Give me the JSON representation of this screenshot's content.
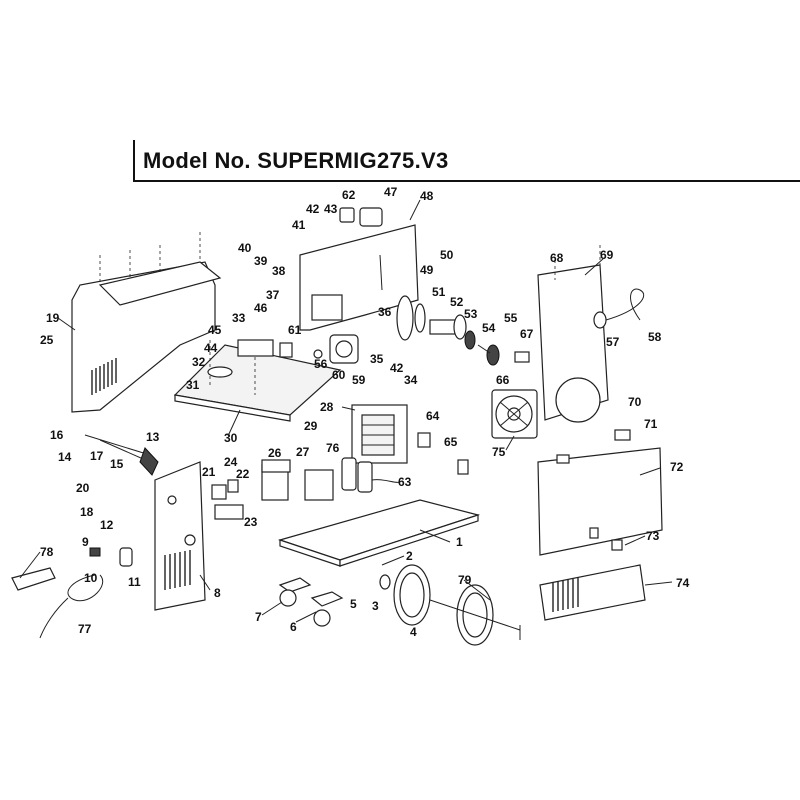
{
  "title": "Model No. SUPERMIG275.V3",
  "part_numbers": [
    "1",
    "2",
    "3",
    "4",
    "5",
    "6",
    "7",
    "8",
    "9",
    "10",
    "11",
    "12",
    "13",
    "14",
    "15",
    "16",
    "17",
    "18",
    "19",
    "20",
    "21",
    "22",
    "23",
    "24",
    "25",
    "26",
    "27",
    "28",
    "29",
    "30",
    "31",
    "32",
    "33",
    "34",
    "35",
    "36",
    "37",
    "38",
    "39",
    "40",
    "41",
    "42",
    "42",
    "43",
    "44",
    "45",
    "46",
    "47",
    "48",
    "49",
    "50",
    "51",
    "52",
    "53",
    "54",
    "55",
    "56",
    "57",
    "58",
    "59",
    "60",
    "61",
    "62",
    "63",
    "64",
    "65",
    "66",
    "67",
    "68",
    "69",
    "70",
    "71",
    "72",
    "73",
    "74",
    "75",
    "76",
    "77",
    "78",
    "79"
  ]
}
